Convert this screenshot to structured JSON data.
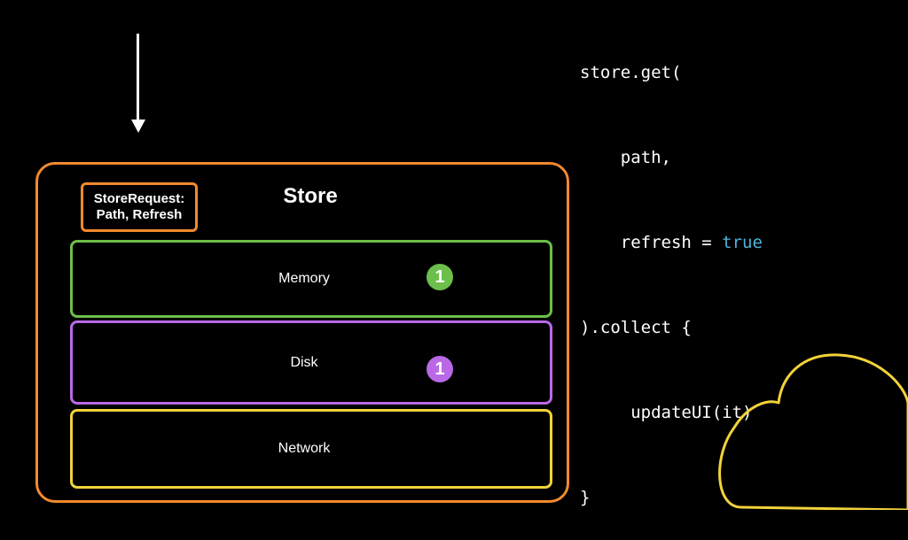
{
  "store": {
    "title": "Store",
    "request_label_line1": "StoreRequest:",
    "request_label_line2": "Path, Refresh"
  },
  "layers": {
    "memory": {
      "label": "Memory",
      "badge": "1",
      "color": "#6cbf4a"
    },
    "disk": {
      "label": "Disk",
      "badge": "1",
      "color": "#b969e6"
    },
    "network": {
      "label": "Network",
      "color": "#f2d33a"
    }
  },
  "code": {
    "line1": "store.get(",
    "line2": "    path,",
    "line3_prefix": "    refresh = ",
    "line3_value": "true",
    "line4": ").collect {",
    "line5": "     updateUI(it)",
    "line6": "}"
  },
  "colors": {
    "store_border": "#f28a2e",
    "cloud_stroke": "#f2d33a",
    "code_keyword": "#4fb3d9"
  },
  "icons": {
    "arrow": "down-arrow-icon",
    "cloud": "cloud-icon"
  }
}
